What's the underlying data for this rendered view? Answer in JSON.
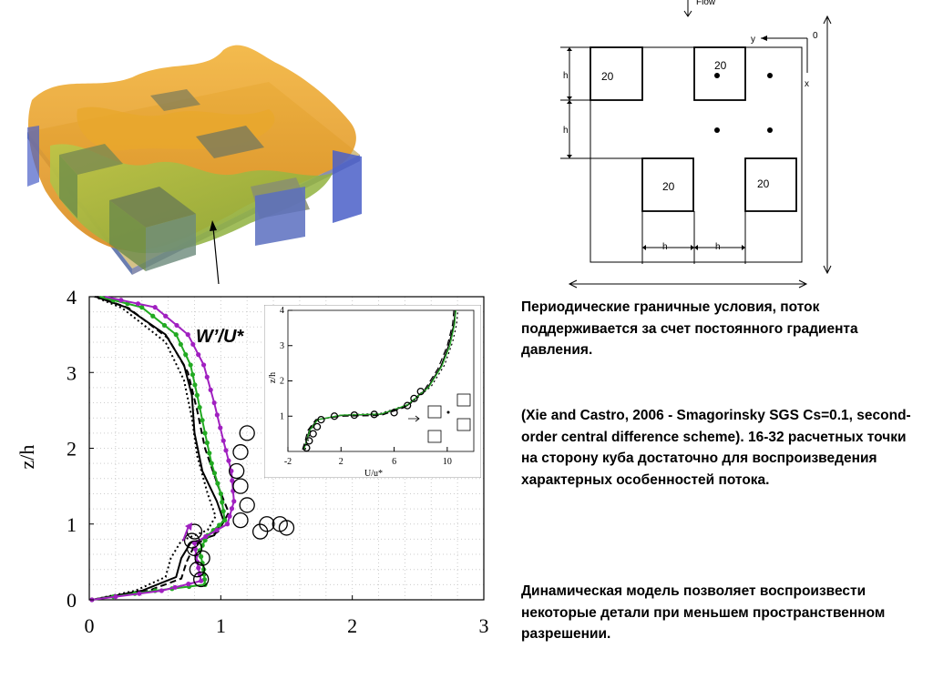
{
  "paragraphs": {
    "p1": "Периодические граничные условия, поток поддерживается за счет постоянного градиента давления.",
    "p2": "(Xie and Castro, 2006 - Smagorinsky SGS Cs=0.1, second-order central difference scheme). 16-32 расчетных точки на сторону куба достаточно для воспроизведения характерных особенностей потока.",
    "p3": "Динамическая модель позволяет воспроизвести некоторые детали при меньшем пространственном разрешении."
  },
  "schematic": {
    "flow_label": "Flow",
    "y_label": "y",
    "x_label": "x",
    "origin_label": "0",
    "h_label": "h",
    "cube_label": "20"
  },
  "chart_data": [
    {
      "type": "line",
      "title": "W’/U*",
      "xlabel": "",
      "ylabel": "z/h",
      "xlim": [
        0,
        3
      ],
      "ylim": [
        0,
        4
      ],
      "x_ticks": [
        "0",
        "1",
        "2",
        "3"
      ],
      "y_ticks": [
        "0",
        "1",
        "2",
        "3",
        "4"
      ],
      "grid": true,
      "series": [
        {
          "style": "black-solid",
          "color": "#000000",
          "points": [
            [
              0.02,
              0.0
            ],
            [
              0.4,
              0.12
            ],
            [
              0.66,
              0.3
            ],
            [
              0.7,
              0.55
            ],
            [
              0.77,
              0.75
            ],
            [
              0.95,
              0.85
            ],
            [
              1.02,
              1.05
            ],
            [
              0.97,
              1.3
            ],
            [
              0.86,
              1.7
            ],
            [
              0.8,
              2.2
            ],
            [
              0.78,
              2.7
            ],
            [
              0.72,
              3.1
            ],
            [
              0.58,
              3.5
            ],
            [
              0.28,
              3.86
            ],
            [
              0.05,
              4.0
            ]
          ]
        },
        {
          "style": "black-dashed",
          "color": "#000000",
          "points": [
            [
              0.02,
              0.0
            ],
            [
              0.45,
              0.12
            ],
            [
              0.7,
              0.28
            ],
            [
              0.74,
              0.5
            ],
            [
              0.8,
              0.72
            ],
            [
              0.98,
              0.9
            ],
            [
              1.06,
              1.15
            ],
            [
              0.98,
              1.5
            ],
            [
              0.88,
              2.0
            ],
            [
              0.82,
              2.5
            ],
            [
              0.75,
              3.0
            ],
            [
              0.6,
              3.45
            ],
            [
              0.3,
              3.85
            ],
            [
              0.06,
              4.0
            ]
          ]
        },
        {
          "style": "black-dotted",
          "color": "#000000",
          "points": [
            [
              0.02,
              0.0
            ],
            [
              0.35,
              0.12
            ],
            [
              0.58,
              0.3
            ],
            [
              0.62,
              0.55
            ],
            [
              0.7,
              0.78
            ],
            [
              0.9,
              0.92
            ],
            [
              0.96,
              1.1
            ],
            [
              0.9,
              1.4
            ],
            [
              0.82,
              1.9
            ],
            [
              0.78,
              2.4
            ],
            [
              0.72,
              2.9
            ],
            [
              0.58,
              3.4
            ],
            [
              0.25,
              3.85
            ],
            [
              0.04,
              4.0
            ]
          ]
        },
        {
          "style": "green-markers",
          "color": "#22aa22",
          "points": [
            [
              0.02,
              0.0
            ],
            [
              0.5,
              0.12
            ],
            [
              0.88,
              0.2
            ],
            [
              0.87,
              0.4
            ],
            [
              0.84,
              0.65
            ],
            [
              0.9,
              0.85
            ],
            [
              1.03,
              1.05
            ],
            [
              1.0,
              1.4
            ],
            [
              0.93,
              1.8
            ],
            [
              0.88,
              2.2
            ],
            [
              0.82,
              2.7
            ],
            [
              0.77,
              3.1
            ],
            [
              0.66,
              3.5
            ],
            [
              0.4,
              3.86
            ],
            [
              0.08,
              4.0
            ]
          ]
        },
        {
          "style": "magenta-markers",
          "color": "#a020c0",
          "points": [
            [
              0.02,
              0.0
            ],
            [
              0.55,
              0.12
            ],
            [
              0.85,
              0.25
            ],
            [
              0.82,
              0.5
            ],
            [
              0.8,
              0.75
            ],
            [
              1.05,
              1.0
            ],
            [
              1.1,
              1.3
            ],
            [
              1.08,
              1.7
            ],
            [
              1.02,
              2.1
            ],
            [
              0.95,
              2.6
            ],
            [
              0.87,
              3.1
            ],
            [
              0.75,
              3.5
            ],
            [
              0.5,
              3.86
            ],
            [
              0.12,
              4.0
            ]
          ]
        }
      ],
      "experimental_points": [
        [
          0.85,
          0.27
        ],
        [
          0.82,
          0.4
        ],
        [
          0.86,
          0.55
        ],
        [
          0.8,
          0.68
        ],
        [
          0.78,
          0.78
        ],
        [
          0.8,
          0.9
        ],
        [
          1.15,
          1.05
        ],
        [
          1.2,
          1.25
        ],
        [
          1.15,
          1.5
        ],
        [
          1.12,
          1.7
        ],
        [
          1.15,
          1.95
        ],
        [
          1.2,
          2.2
        ],
        [
          1.45,
          1.0
        ],
        [
          1.5,
          0.95
        ],
        [
          1.35,
          1.0
        ],
        [
          1.3,
          0.9
        ]
      ]
    },
    {
      "type": "line",
      "xlabel": "U/u*",
      "ylabel": "z/h",
      "xlim": [
        -2,
        12
      ],
      "ylim": [
        0,
        4
      ],
      "x_ticks": [
        "-2",
        "2",
        "6",
        "10"
      ],
      "y_ticks": [
        "1",
        "2",
        "3",
        "4"
      ],
      "series": [
        {
          "style": "black-solid",
          "color": "#000000",
          "points": [
            [
              -0.8,
              0.05
            ],
            [
              -0.6,
              0.3
            ],
            [
              -0.4,
              0.6
            ],
            [
              0.2,
              0.9
            ],
            [
              2,
              1.02
            ],
            [
              5,
              1.05
            ],
            [
              7,
              1.3
            ],
            [
              8.5,
              1.8
            ],
            [
              9.5,
              2.4
            ],
            [
              10.1,
              3.0
            ],
            [
              10.5,
              3.6
            ],
            [
              10.6,
              4.0
            ]
          ]
        },
        {
          "style": "black-dashed",
          "color": "#000000",
          "points": [
            [
              -0.9,
              0.05
            ],
            [
              -0.7,
              0.3
            ],
            [
              -0.5,
              0.6
            ],
            [
              0.1,
              0.9
            ],
            [
              2,
              1.0
            ],
            [
              5,
              1.02
            ],
            [
              6.8,
              1.25
            ],
            [
              8.3,
              1.75
            ],
            [
              9.3,
              2.35
            ],
            [
              10.0,
              3.0
            ],
            [
              10.4,
              3.6
            ],
            [
              10.5,
              4.0
            ]
          ]
        },
        {
          "style": "black-dotted",
          "color": "#000000",
          "points": [
            [
              -0.7,
              0.05
            ],
            [
              -0.5,
              0.3
            ],
            [
              -0.3,
              0.6
            ],
            [
              0.3,
              0.9
            ],
            [
              2,
              1.03
            ],
            [
              5,
              1.08
            ],
            [
              7.2,
              1.35
            ],
            [
              8.8,
              1.85
            ],
            [
              9.8,
              2.45
            ],
            [
              10.4,
              3.1
            ],
            [
              10.7,
              3.6
            ],
            [
              10.8,
              4.0
            ]
          ]
        },
        {
          "style": "green-solid",
          "color": "#22aa22",
          "points": [
            [
              -0.8,
              0.05
            ],
            [
              -0.6,
              0.3
            ],
            [
              -0.35,
              0.6
            ],
            [
              0.25,
              0.9
            ],
            [
              2,
              1.03
            ],
            [
              5,
              1.06
            ],
            [
              7,
              1.32
            ],
            [
              8.6,
              1.82
            ],
            [
              9.6,
              2.42
            ],
            [
              10.2,
              3.0
            ],
            [
              10.55,
              3.6
            ],
            [
              10.65,
              4.0
            ]
          ]
        }
      ],
      "experimental_points": [
        [
          -0.6,
          0.1
        ],
        [
          -0.4,
          0.3
        ],
        [
          -0.1,
          0.5
        ],
        [
          0.2,
          0.7
        ],
        [
          0.5,
          0.9
        ],
        [
          1.5,
          1.0
        ],
        [
          3,
          1.03
        ],
        [
          4.5,
          1.05
        ],
        [
          6,
          1.1
        ],
        [
          7,
          1.3
        ],
        [
          7.5,
          1.5
        ],
        [
          8,
          1.7
        ]
      ]
    }
  ]
}
